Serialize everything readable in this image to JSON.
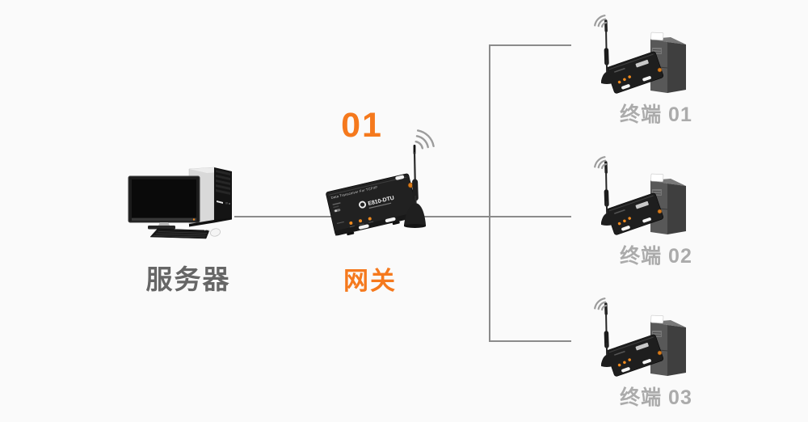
{
  "colors": {
    "background": "#fafafa",
    "accent": "#f5791d",
    "line": "#8b8b8b",
    "server_label": "#666666",
    "terminal_label": "#ababab",
    "device_body": "#212121",
    "led": "#ef8a1f"
  },
  "icons": {
    "wireless_signal": "wifi-arcs",
    "antenna": "whip-antenna"
  },
  "nodes": {
    "server": {
      "label": "服务器"
    },
    "gateway": {
      "index": "01",
      "label": "网关",
      "device": {
        "top_text": "Data Transceiver For TCP/IP",
        "model": "E810-DTU"
      }
    },
    "terminals": [
      {
        "label": "终端 01"
      },
      {
        "label": "终端 02"
      },
      {
        "label": "终端 03"
      }
    ]
  }
}
